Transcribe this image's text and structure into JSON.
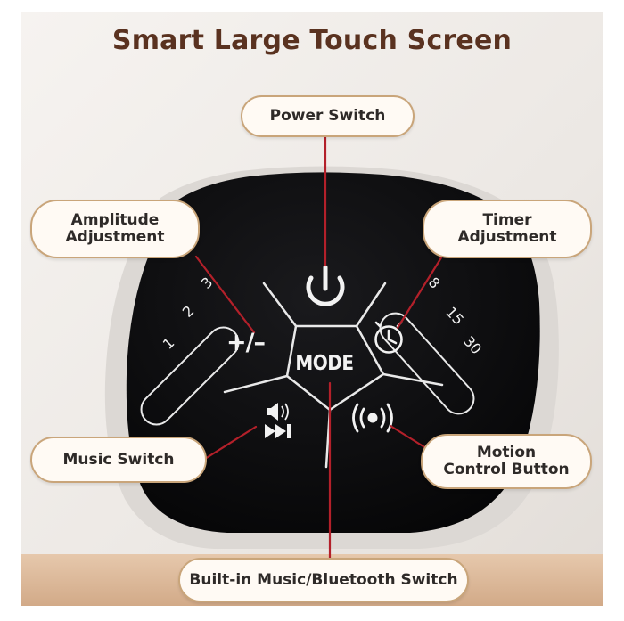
{
  "title": "Smart Large Touch Screen",
  "colors": {
    "title": "#5a3220",
    "leader_line": "#b3202a",
    "panel": "#0c0c0e",
    "panel_lines": "#e9e9e9",
    "callout_border": "#c9a57a",
    "callout_fill": "#fffaf4",
    "callout_text": "#2e2a28",
    "base_background": "#ece8e4",
    "bottom_band": "#d9b89a"
  },
  "callouts": {
    "power_switch": "Power Switch",
    "amplitude_line1": "Amplitude",
    "amplitude_line2": "Adjustment",
    "timer_line1": "Timer",
    "timer_line2": "Adjustment",
    "music_switch": "Music Switch",
    "motion_line1": "Motion",
    "motion_line2": "Control Button",
    "builtin_music": "Built-in Music/Bluetooth Switch"
  },
  "panel": {
    "mode_label": "MODE",
    "amplitude_levels": [
      "1",
      "2",
      "3"
    ],
    "amplitude_symbol": "+/–",
    "timer_levels": [
      "8",
      "15",
      "30"
    ],
    "icons": {
      "power": "power-icon",
      "timer": "clock-icon",
      "music": "speaker-next-icon",
      "motion": "motion-signal-icon"
    }
  }
}
